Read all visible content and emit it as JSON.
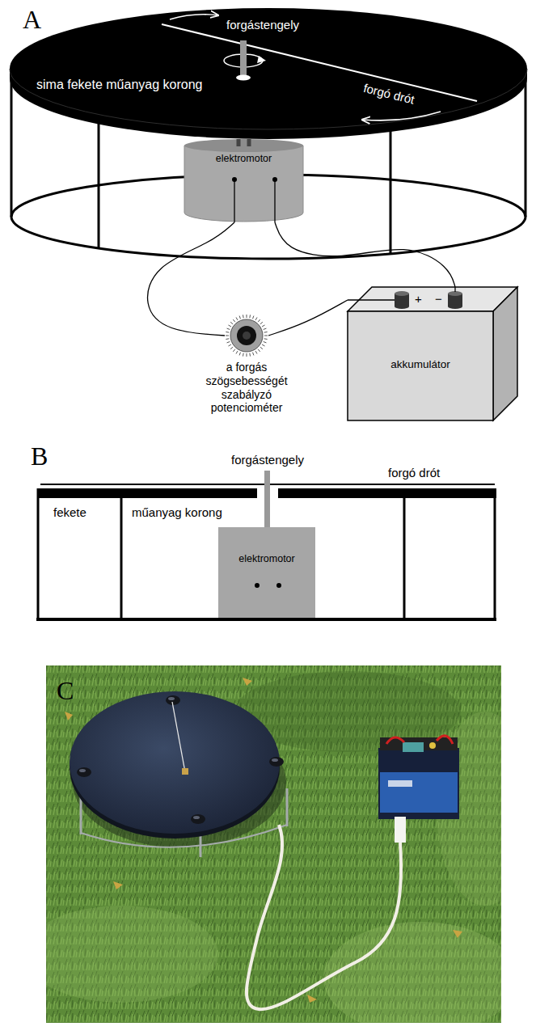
{
  "diagram": {
    "nodes": [
      {
        "text": [
          "elektromotor"
        ]
      },
      {
        "text": [
          "a forgás szögsebességét szabályzó potenciométer"
        ]
      },
      {
        "text": [
          "akkumulátor"
        ]
      },
      {
        "text": [
          "elektromotor"
        ]
      }
    ],
    "edges": [
      {
        "from": 0,
        "to": 1,
        "arrow": "none"
      },
      {
        "from": 1,
        "to": 2,
        "arrow": "none"
      },
      {
        "from": 0,
        "to": 2,
        "arrow": "none"
      }
    ],
    "labels": [
      "A",
      "forgástengely",
      "sima fekete műanyag korong",
      "forgó drót",
      "+",
      "−",
      "B",
      "forgástengely",
      "forgó drót",
      "fekete",
      "műanyag korong",
      "C"
    ]
  }
}
